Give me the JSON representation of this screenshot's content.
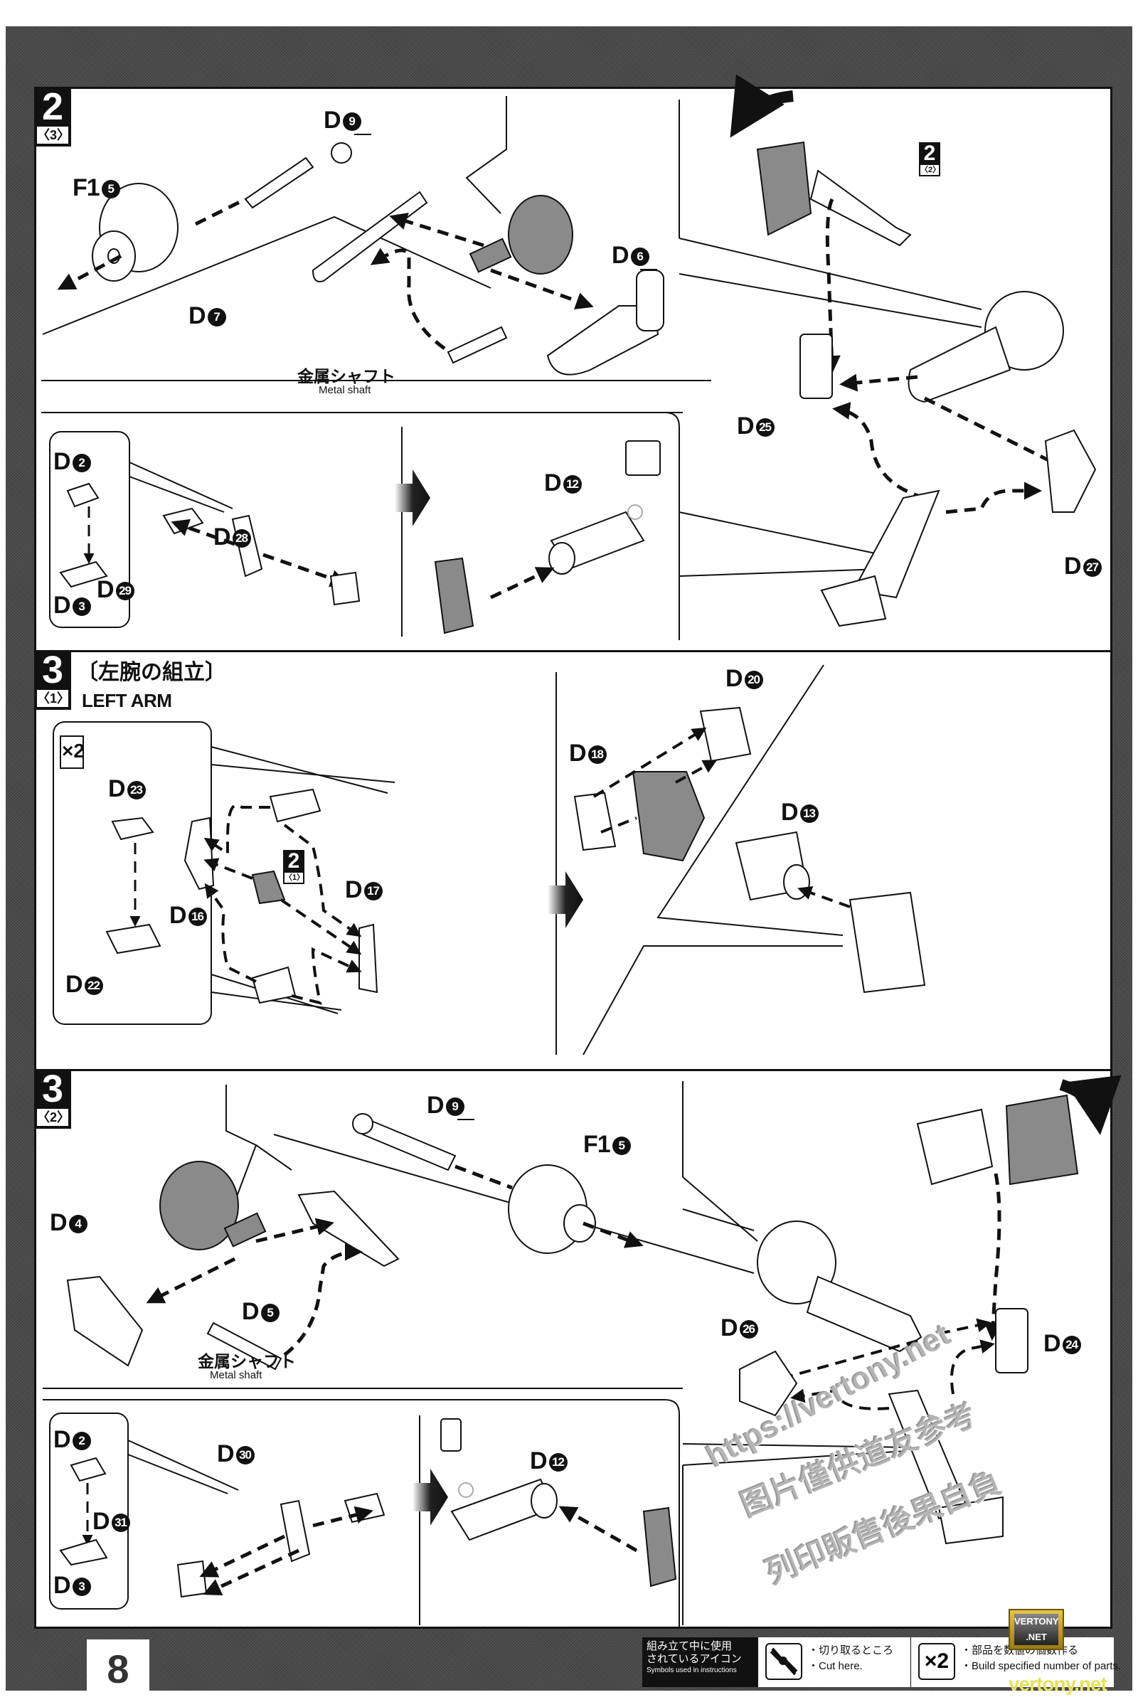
{
  "page": {
    "number": "8",
    "type": "Assembly instruction manual page"
  },
  "sections": [
    {
      "step": "2",
      "substep": "〈3〉",
      "parts": {
        "D9": {
          "letter": "D",
          "num": "9",
          "underlined": true
        },
        "F15": {
          "letter": "F1",
          "num": "5"
        },
        "D6": {
          "letter": "D",
          "num": "6",
          "underlined": true
        },
        "D7": {
          "letter": "D",
          "num": "7"
        },
        "D25": {
          "letter": "D",
          "num": "25"
        },
        "D27": {
          "letter": "D",
          "num": "27"
        },
        "D2": {
          "letter": "D",
          "num": "2"
        },
        "D3": {
          "letter": "D",
          "num": "3"
        },
        "D28": {
          "letter": "D",
          "num": "28"
        },
        "D29": {
          "letter": "D",
          "num": "29"
        },
        "D12": {
          "letter": "D",
          "num": "12"
        }
      },
      "metal_shaft_jp": "金属シャフト",
      "metal_shaft_en": "Metal shaft",
      "ref_step": "2",
      "ref_substep": "〈2〉"
    },
    {
      "step": "3",
      "substep": "〈1〉",
      "title_jp": "〔左腕の組立〕",
      "title_en": "LEFT ARM",
      "multiplier": "×2",
      "parts": {
        "D23": {
          "letter": "D",
          "num": "23"
        },
        "D22": {
          "letter": "D",
          "num": "22"
        },
        "D16": {
          "letter": "D",
          "num": "16"
        },
        "D17": {
          "letter": "D",
          "num": "17"
        },
        "D18": {
          "letter": "D",
          "num": "18"
        },
        "D20": {
          "letter": "D",
          "num": "20"
        },
        "D13": {
          "letter": "D",
          "num": "13"
        }
      },
      "ref_step": "2",
      "ref_substep": "〈1〉"
    },
    {
      "step": "3",
      "substep": "〈2〉",
      "parts": {
        "D9": {
          "letter": "D",
          "num": "9",
          "underlined": true
        },
        "F15": {
          "letter": "F1",
          "num": "5"
        },
        "D4": {
          "letter": "D",
          "num": "4"
        },
        "D5": {
          "letter": "D",
          "num": "5"
        },
        "D2": {
          "letter": "D",
          "num": "2"
        },
        "D3": {
          "letter": "D",
          "num": "3"
        },
        "D30": {
          "letter": "D",
          "num": "30"
        },
        "D31": {
          "letter": "D",
          "num": "31"
        },
        "D12": {
          "letter": "D",
          "num": "12"
        },
        "D26": {
          "letter": "D",
          "num": "26"
        },
        "D24": {
          "letter": "D",
          "num": "24"
        }
      },
      "metal_shaft_jp": "金属シャフト",
      "metal_shaft_en": "Metal shaft"
    }
  ],
  "legend": {
    "heading_jp_line1": "組み立て中に使用",
    "heading_jp_line2": "されているアイコン",
    "heading_en": "Symbols used in instructions",
    "cut_jp": "・切り取るところ",
    "cut_en": "・Cut here.",
    "x2_icon": "×2",
    "x2_jp": "・部品を数値の個数作る",
    "x2_en": "・Build specified number of parts."
  },
  "watermarks": {
    "url": "https://vertony.net",
    "cn_line1": "图片僅供道友参考",
    "cn_line2": "列印販售後果自負",
    "logo_line1": "VERTONY",
    "logo_line2": ".NET",
    "footer_text": "vertony.net"
  }
}
